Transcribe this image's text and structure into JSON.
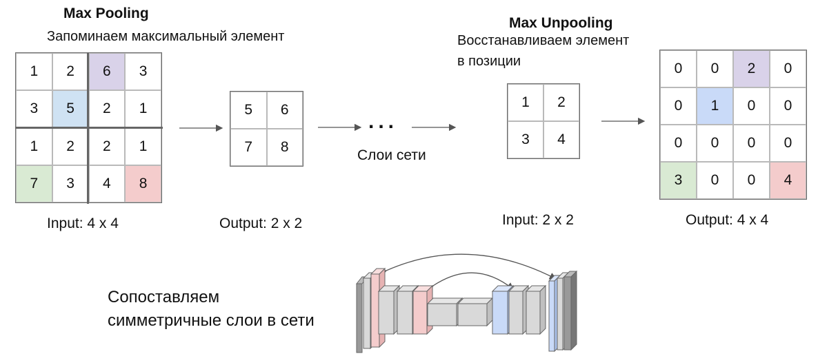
{
  "pooling": {
    "title": "Max Pooling",
    "subtitle": "Запоминаем максимальный элемент",
    "input_grid": [
      [
        "1",
        "2",
        "6",
        "3"
      ],
      [
        "3",
        "5",
        "2",
        "1"
      ],
      [
        "1",
        "2",
        "2",
        "1"
      ],
      [
        "7",
        "3",
        "4",
        "8"
      ]
    ],
    "input_label": "Input: 4 x 4",
    "output_grid": [
      [
        "5",
        "6"
      ],
      [
        "7",
        "8"
      ]
    ],
    "output_label": "Output: 2 x 2"
  },
  "middle": {
    "dots": "...",
    "caption": "Слои сети"
  },
  "unpooling": {
    "title": "Max Unpooling",
    "subtitle_line1": "Восстанавливаем элемент",
    "subtitle_line2": "в позиции",
    "input_grid": [
      [
        "1",
        "2"
      ],
      [
        "3",
        "4"
      ]
    ],
    "input_label": "Input: 2 x 2",
    "output_grid": [
      [
        "0",
        "0",
        "2",
        "0"
      ],
      [
        "0",
        "1",
        "0",
        "0"
      ],
      [
        "0",
        "0",
        "0",
        "0"
      ],
      [
        "3",
        "0",
        "0",
        "4"
      ]
    ],
    "output_label": "Output: 4 x 4"
  },
  "bottom": {
    "caption_line1": "Сопоставляем",
    "caption_line2": "симметричные слои в сети"
  },
  "colors": {
    "purple": "#d9d2e9",
    "blue": "#cfe2f3",
    "green": "#d9ead3",
    "red": "#f4cccc",
    "layer_gray": "#d9d9d9",
    "layer_dark": "#999999",
    "layer_red": "#f4cccc",
    "layer_blue": "#c9daf8"
  }
}
